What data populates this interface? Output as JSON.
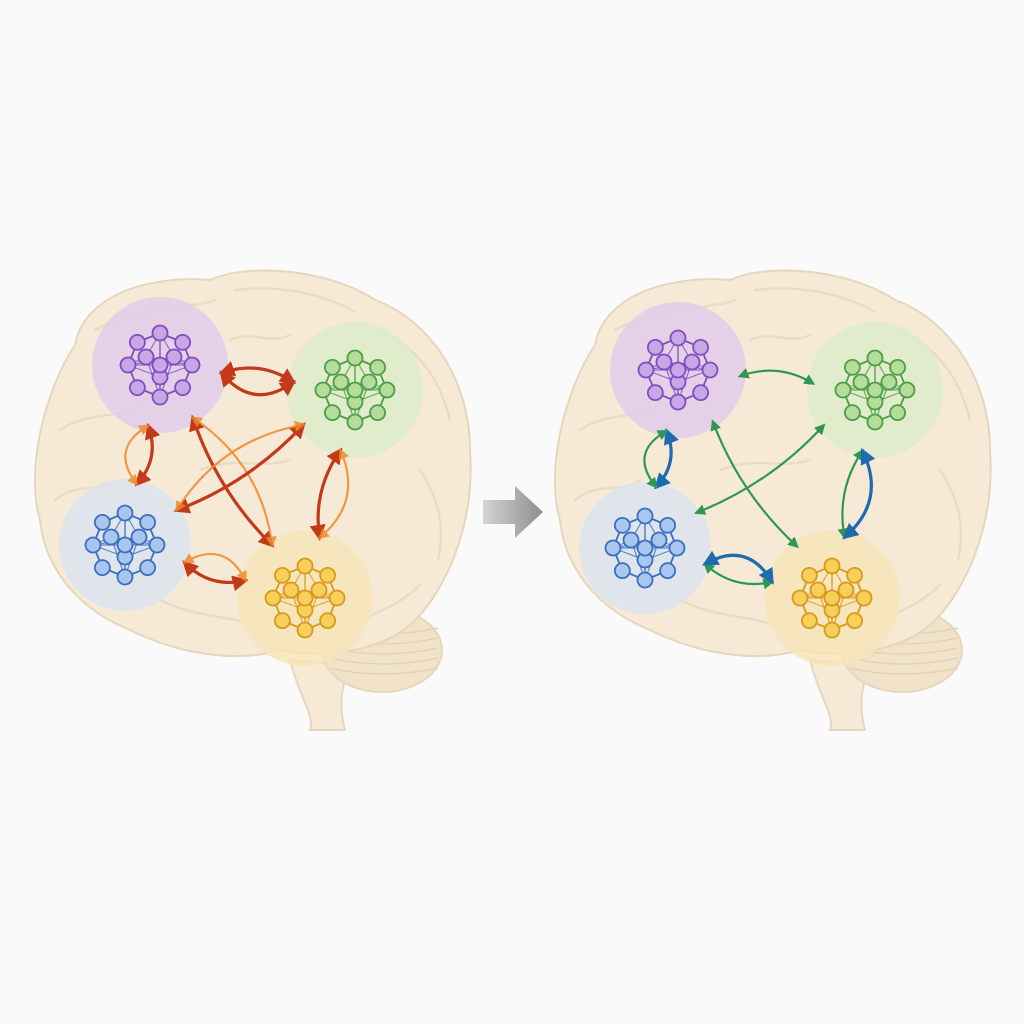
{
  "diagram": {
    "background": "#fafafa",
    "brain_fill": "#f6ead6",
    "brain_stroke": "#e6d6be",
    "arrow_between_panels_color": "#8e8e8e",
    "module_colors": {
      "purple": {
        "halo": "#e2cdea",
        "node": "#c9a6e6",
        "edge": "#7e4fc0"
      },
      "green": {
        "halo": "#dcecc9",
        "node": "#b4dd9c",
        "edge": "#4e9e45"
      },
      "blue": {
        "halo": "#dbe4ef",
        "node": "#a9c7ee",
        "edge": "#3b6fc2"
      },
      "yellow": {
        "halo": "#f7e4b8",
        "node": "#f7cf5a",
        "edge": "#d99a1c"
      }
    },
    "panels": [
      {
        "id": "before",
        "connection_colors": {
          "strong": "#c23a1a",
          "weak": "#ef8a2c"
        },
        "modules": [
          "purple",
          "green",
          "blue",
          "yellow"
        ],
        "connections": [
          {
            "from": "purple",
            "to": "green",
            "strength": "strong"
          },
          {
            "from": "purple",
            "to": "blue",
            "strength": "strong"
          },
          {
            "from": "purple",
            "to": "yellow",
            "strength": "strong"
          },
          {
            "from": "purple",
            "to": "yellow",
            "strength": "weak"
          },
          {
            "from": "purple",
            "to": "green",
            "strength": "strong"
          },
          {
            "from": "green",
            "to": "blue",
            "strength": "strong"
          },
          {
            "from": "green",
            "to": "blue",
            "strength": "weak"
          },
          {
            "from": "green",
            "to": "yellow",
            "strength": "strong"
          },
          {
            "from": "green",
            "to": "yellow",
            "strength": "weak"
          },
          {
            "from": "blue",
            "to": "yellow",
            "strength": "strong"
          },
          {
            "from": "blue",
            "to": "yellow",
            "strength": "weak"
          },
          {
            "from": "blue",
            "to": "purple",
            "strength": "weak"
          }
        ]
      },
      {
        "id": "after",
        "connection_colors": {
          "between": "#2f9850",
          "local": "#1f6bb0"
        },
        "modules": [
          "purple",
          "green",
          "blue",
          "yellow"
        ],
        "connections": [
          {
            "from": "purple",
            "to": "green",
            "kind": "between"
          },
          {
            "from": "purple",
            "to": "blue",
            "kind": "local"
          },
          {
            "from": "purple",
            "to": "blue",
            "kind": "between"
          },
          {
            "from": "purple",
            "to": "yellow",
            "kind": "between"
          },
          {
            "from": "green",
            "to": "blue",
            "kind": "between"
          },
          {
            "from": "green",
            "to": "yellow",
            "kind": "between"
          },
          {
            "from": "green",
            "to": "yellow",
            "kind": "local"
          },
          {
            "from": "blue",
            "to": "yellow",
            "kind": "between"
          },
          {
            "from": "blue",
            "to": "yellow",
            "kind": "local"
          }
        ]
      }
    ]
  }
}
